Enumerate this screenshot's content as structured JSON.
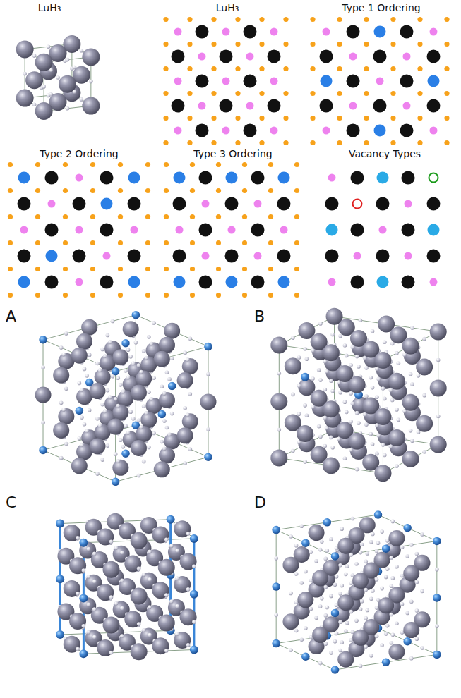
{
  "diagram": {
    "labels": [
      "LuH₃",
      "LuH₃",
      "Type 1 Ordering",
      "Type 2 Ordering",
      "Type 3 Ordering",
      "Vacancy Types",
      "A",
      "B",
      "C",
      "D"
    ]
  }
}
